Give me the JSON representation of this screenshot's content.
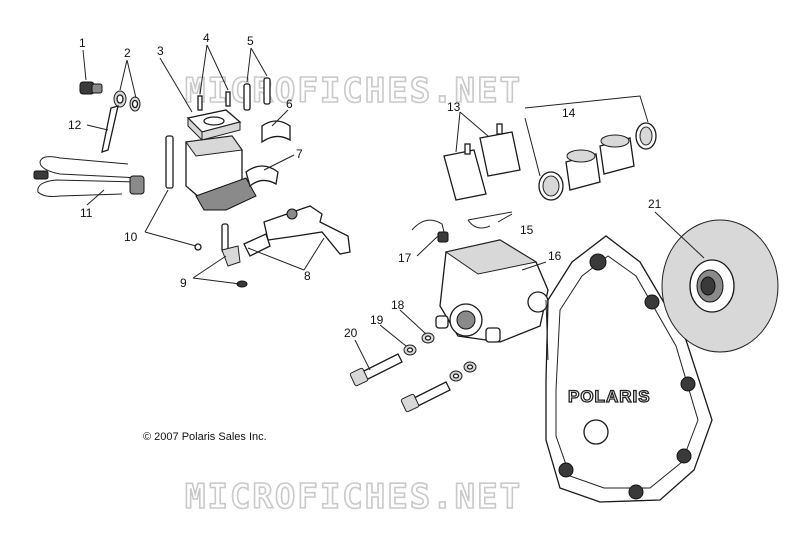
{
  "watermark": "MICROFICHES.NET",
  "copyright": "© 2007 Polaris Sales Inc.",
  "brand": "POLARIS",
  "callouts": [
    "1",
    "2",
    "3",
    "4",
    "5",
    "6",
    "7",
    "8",
    "9",
    "10",
    "11",
    "12",
    "13",
    "14",
    "15",
    "16",
    "17",
    "18",
    "19",
    "20",
    "21"
  ]
}
